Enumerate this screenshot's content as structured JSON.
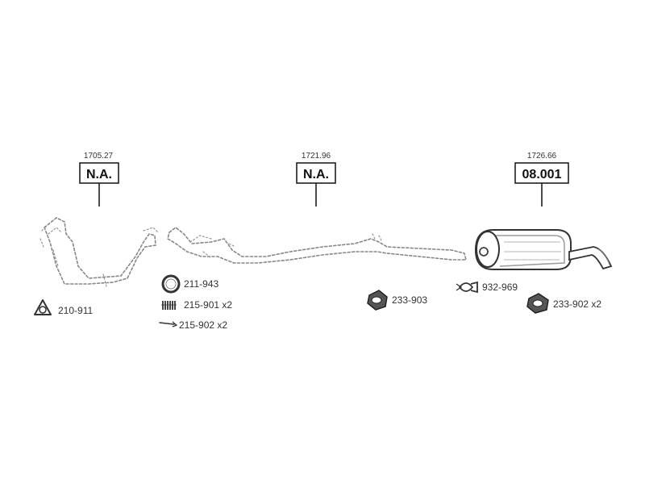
{
  "sections": [
    {
      "ref": "1705.27",
      "code": "N.A."
    },
    {
      "ref": "1721.96",
      "code": "N.A."
    },
    {
      "ref": "1726.66",
      "code": "08.001"
    }
  ],
  "parts": {
    "gasket_triangle": "210-911",
    "ring_gasket": "211-943",
    "spring": "215-901 x2",
    "bolt": "215-902 x2",
    "rubber_mount_mid": "233-903",
    "clamp": "932-969",
    "rubber_mount_right": "233-902 x2"
  },
  "colors": {
    "dashed_outline": "#888888",
    "muffler_gray": "#9a9a9a",
    "muffler_dark": "#444444"
  }
}
